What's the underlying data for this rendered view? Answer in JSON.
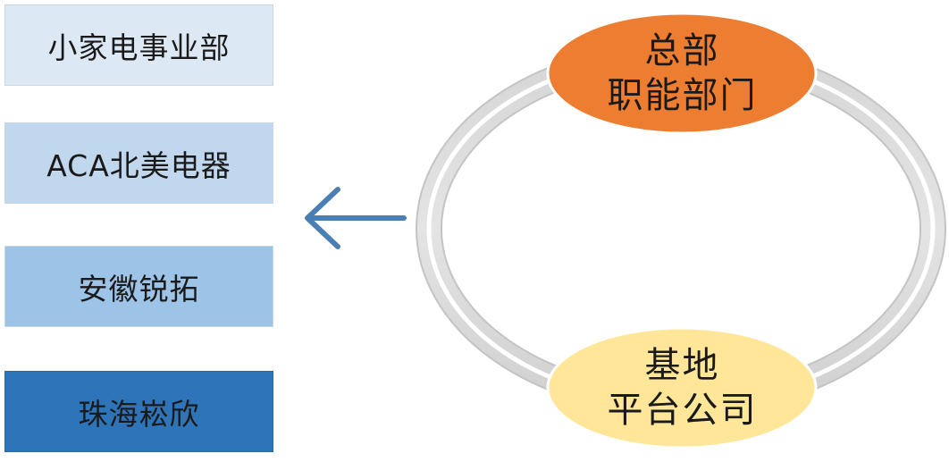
{
  "units": [
    {
      "label": "小家电事业部"
    },
    {
      "label": "ACA北美电器"
    },
    {
      "label": "安徽锐拓"
    },
    {
      "label": "珠海崧欣"
    }
  ],
  "cycle": {
    "top_node": {
      "line1": "总部",
      "line2": "职能部门",
      "color": "#ed7d31"
    },
    "bottom_node": {
      "line1": "基地",
      "line2": "平台公司",
      "color": "#ffe699"
    }
  },
  "colors": {
    "ring": "#d9d9d9",
    "arrow": "#4a7fb5",
    "unit_fills": [
      "#dde8f5",
      "#c0d7ee",
      "#9dc3e6",
      "#2e74b8"
    ]
  }
}
